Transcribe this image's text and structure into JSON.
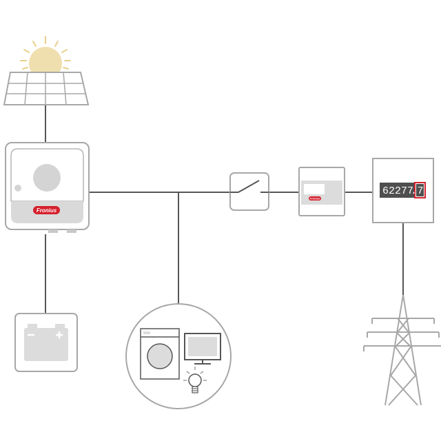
{
  "inverter": {
    "brand": "Fronius"
  },
  "smart_meter": {
    "brand": "Fronius"
  },
  "energy_meter": {
    "reading_main": "62277",
    "reading_decimal": "7"
  },
  "colors": {
    "line": "#555555",
    "device_stroke": "#a7a7a7",
    "device_fill": "#ffffff",
    "panel_fill": "#dcdcdc",
    "brand_red": "#d6202d",
    "sun": "#f0dfae",
    "sun_rays": "#e9cf8b",
    "meter_display": "#4f4f4f"
  },
  "icons": [
    "sun-icon",
    "solar-panel-icon",
    "inverter-icon",
    "battery-icon",
    "switch-icon",
    "smart-meter-icon",
    "energy-meter-icon",
    "washing-machine-icon",
    "monitor-icon",
    "light-bulb-icon",
    "power-pylon-icon"
  ]
}
